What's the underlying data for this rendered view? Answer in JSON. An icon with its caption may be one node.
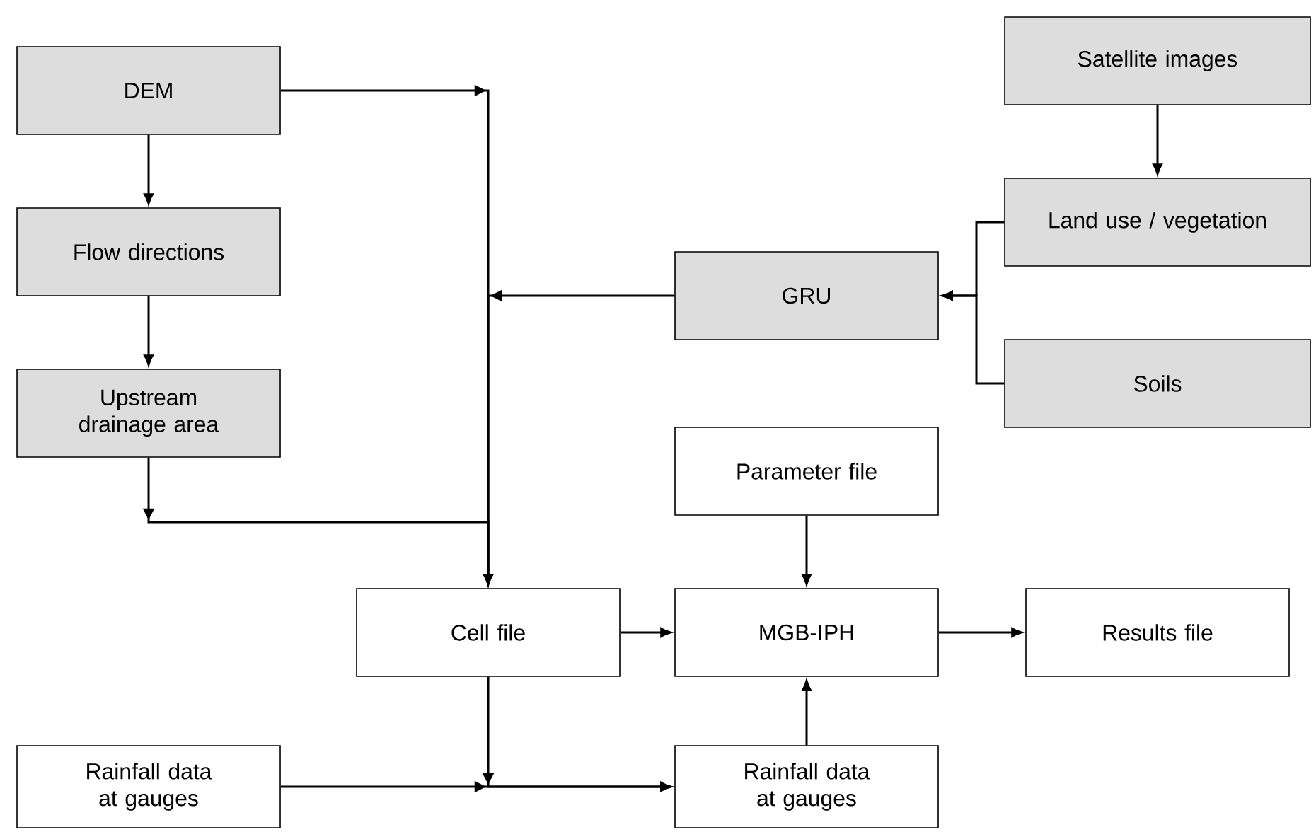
{
  "diagram": {
    "nodes": [
      {
        "text": [
          "DEM"
        ]
      },
      {
        "text": [
          "Flow directions"
        ]
      },
      {
        "text": [
          "Upstream drainage area"
        ]
      },
      {
        "text": [
          "Satellite images"
        ]
      },
      {
        "text": [
          "Land use / vegetation"
        ]
      },
      {
        "text": [
          "GRU"
        ]
      },
      {
        "text": [
          "Soils"
        ]
      },
      {
        "text": [
          "Parameter file"
        ]
      },
      {
        "text": [
          "Cell file"
        ]
      },
      {
        "text": [
          "MGB-IPH"
        ]
      },
      {
        "text": [
          "Results file"
        ]
      },
      {
        "text": [
          "Rainfall data at gauges"
        ]
      },
      {
        "text": [
          "Rainfall data at gauges"
        ]
      }
    ],
    "edges": [
      {
        "from": 0,
        "to": 1,
        "arrow": "to"
      },
      {
        "from": 1,
        "to": 2,
        "arrow": "to"
      },
      {
        "from": 0,
        "to": 8,
        "arrow": "to"
      },
      {
        "from": 5,
        "to": 8,
        "arrow": "to"
      },
      {
        "from": 2,
        "to": 8,
        "arrow": "to"
      },
      {
        "from": 3,
        "to": 4,
        "arrow": "to"
      },
      {
        "from": 4,
        "to": 5,
        "arrow": "to"
      },
      {
        "from": 6,
        "to": 5,
        "arrow": "to"
      },
      {
        "from": 7,
        "to": 9,
        "arrow": "to"
      },
      {
        "from": 8,
        "to": 9,
        "arrow": "to"
      },
      {
        "from": 9,
        "to": 10,
        "arrow": "to"
      },
      {
        "from": 12,
        "to": 9,
        "arrow": "to"
      },
      {
        "from": 8,
        "to": 12,
        "arrow": "to"
      },
      {
        "from": 11,
        "to": 12,
        "arrow": "to"
      }
    ]
  }
}
